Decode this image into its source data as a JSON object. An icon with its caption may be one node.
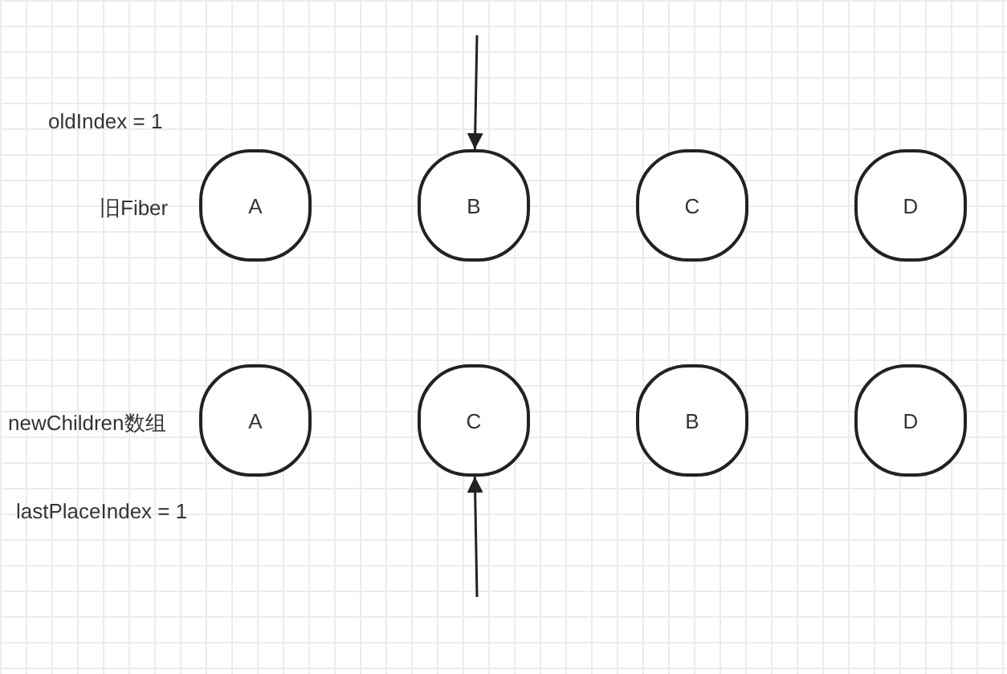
{
  "diagram": {
    "nodes": [
      {
        "text": [
          "A"
        ]
      },
      {
        "text": [
          "B"
        ]
      },
      {
        "text": [
          "C"
        ]
      },
      {
        "text": [
          "D"
        ]
      },
      {
        "text": [
          "A"
        ]
      },
      {
        "text": [
          "C"
        ]
      },
      {
        "text": [
          "B"
        ]
      },
      {
        "text": [
          "D"
        ]
      }
    ],
    "edges": [
      {
        "from": null,
        "to": 1,
        "arrow": "to"
      },
      {
        "from": null,
        "to": 5,
        "arrow": "to"
      }
    ],
    "labels": [
      "oldIndex = 1",
      "旧Fiber",
      "newChildren数组",
      "lastPlaceIndex = 1"
    ]
  }
}
